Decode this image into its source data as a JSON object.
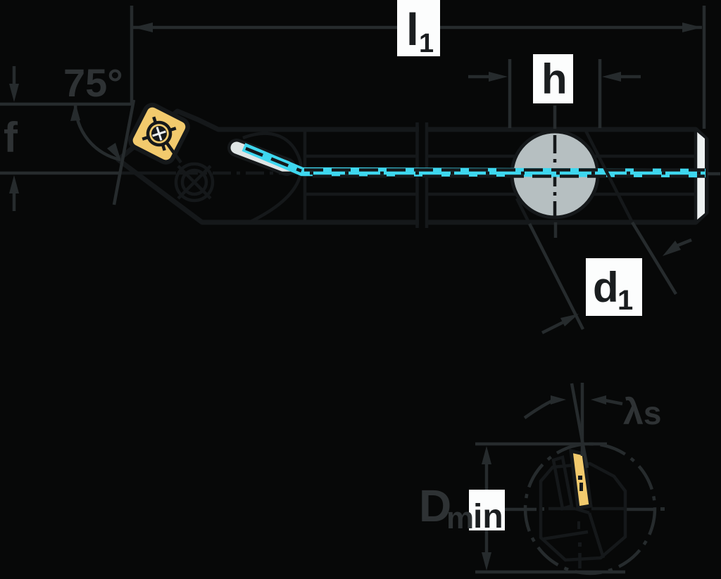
{
  "title": "Boring bar dimensional drawing (side view and end section view)",
  "labels": {
    "overall_length": {
      "base": "l",
      "sub": "1"
    },
    "height": {
      "text": "h"
    },
    "tip_offset": {
      "text": "f"
    },
    "entering_angle": {
      "text": "75°"
    },
    "bar_diameter": {
      "base": "d",
      "sub": "1"
    },
    "inclination_angle": {
      "base": "λ",
      "sub": "s"
    },
    "min_bore_diameter": {
      "prefix": "D",
      "sub_outside": "m",
      "sub_boxed": "in"
    }
  },
  "colors": {
    "background": "#070808",
    "outline_ink": "#15181a",
    "dimension_ink": "#262b2d",
    "dark_label_text": "#2e3234",
    "box_label_text": "#1a1d1f",
    "body": "#dfe5e5",
    "body_light": "#edf1f1",
    "clamp_zone": "#b6bfc1",
    "insert": "#f2ca6d",
    "coolant": "#3ed7ef",
    "label_box": "#fcfdfd",
    "screw_detail": "#edf1f1"
  }
}
